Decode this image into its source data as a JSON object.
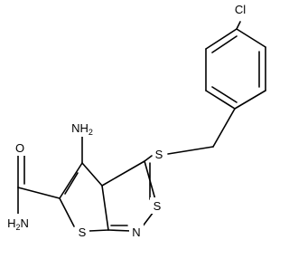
{
  "atoms": {
    "cl": "Cl",
    "amino": "NH2",
    "thioether_s": "S",
    "ring_s": "S",
    "thiophene_s": "S",
    "ring_n": "N",
    "amide_o": "O",
    "amide_n": "H2N"
  },
  "colors": {
    "bond": "#000000",
    "label": "#000000",
    "background": "#ffffff"
  }
}
